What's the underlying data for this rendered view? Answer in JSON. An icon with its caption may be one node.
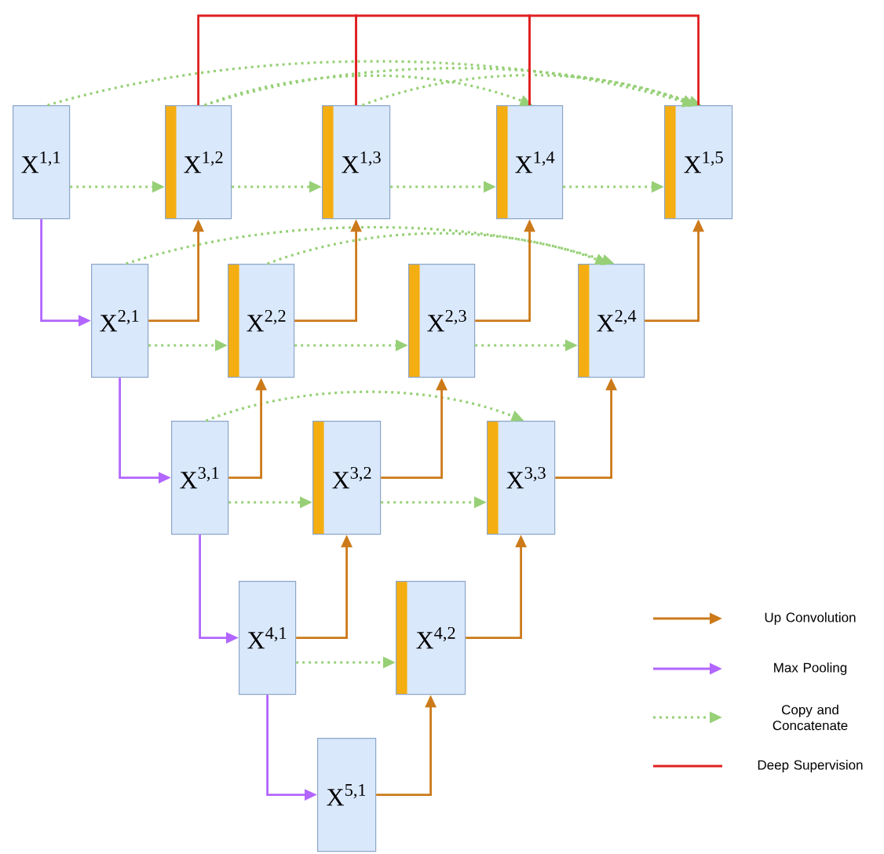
{
  "diagram": {
    "nodes": [
      {
        "text": [
          "X$^{1,1}$"
        ]
      },
      {
        "text": [
          "X$^{1,2}$"
        ]
      },
      {
        "text": [
          "X$^{1,3}$"
        ]
      },
      {
        "text": [
          "X$^{1,4}$"
        ]
      },
      {
        "text": [
          "X$^{1,5}$"
        ]
      },
      {
        "text": [
          "X$^{2,1}$"
        ]
      },
      {
        "text": [
          "X$^{2,2}$"
        ]
      },
      {
        "text": [
          "X$^{2,3}$"
        ]
      },
      {
        "text": [
          "X$^{2,4}$"
        ]
      },
      {
        "text": [
          "X$^{3,1}$"
        ]
      },
      {
        "text": [
          "X$^{3,2}$"
        ]
      },
      {
        "text": [
          "X$^{3,3}$"
        ]
      },
      {
        "text": [
          "X$^{4,1}$"
        ]
      },
      {
        "text": [
          "X$^{4,2}$"
        ]
      },
      {
        "text": [
          "X$^{5,1}$"
        ]
      }
    ],
    "edges": [
      {
        "from": 0,
        "to": 1,
        "arrow": "to",
        "style": "dashed"
      },
      {
        "from": 1,
        "to": 2,
        "arrow": "to",
        "style": "dashed"
      },
      {
        "from": 2,
        "to": 3,
        "arrow": "to",
        "style": "dashed"
      },
      {
        "from": 3,
        "to": 4,
        "arrow": "to",
        "style": "dashed"
      },
      {
        "from": 0,
        "to": 4,
        "arrow": "to",
        "style": "dashed"
      },
      {
        "from": 1,
        "to": 3,
        "arrow": "to",
        "style": "dashed"
      },
      {
        "from": 1,
        "to": 4,
        "arrow": "to",
        "style": "dashed"
      },
      {
        "from": 2,
        "to": 4,
        "arrow": "to",
        "style": "dashed"
      },
      {
        "from": 5,
        "to": 6,
        "arrow": "to",
        "style": "dashed"
      },
      {
        "from": 6,
        "to": 7,
        "arrow": "to",
        "style": "dashed"
      },
      {
        "from": 7,
        "to": 8,
        "arrow": "to",
        "style": "dashed"
      },
      {
        "from": 5,
        "to": 8,
        "arrow": "to",
        "style": "dashed"
      },
      {
        "from": 6,
        "to": 8,
        "arrow": "to",
        "style": "dashed"
      },
      {
        "from": 9,
        "to": 10,
        "arrow": "to",
        "style": "dashed"
      },
      {
        "from": 10,
        "to": 11,
        "arrow": "to",
        "style": "dashed"
      },
      {
        "from": 9,
        "to": 11,
        "arrow": "to",
        "style": "dashed"
      },
      {
        "from": 12,
        "to": 13,
        "arrow": "to",
        "style": "dashed"
      },
      {
        "from": 0,
        "to": 5,
        "arrow": "to",
        "color": "#b266ff"
      },
      {
        "from": 5,
        "to": 9,
        "arrow": "to",
        "color": "#b266ff"
      },
      {
        "from": 9,
        "to": 12,
        "arrow": "to",
        "color": "#b266ff"
      },
      {
        "from": 12,
        "to": 14,
        "arrow": "to",
        "color": "#b266ff"
      },
      {
        "from": 5,
        "to": 1,
        "arrow": "to",
        "color": "#cc7a1a"
      },
      {
        "from": 6,
        "to": 2,
        "arrow": "to",
        "color": "#cc7a1a"
      },
      {
        "from": 7,
        "to": 3,
        "arrow": "to",
        "color": "#cc7a1a"
      },
      {
        "from": 8,
        "to": 4,
        "arrow": "to",
        "color": "#cc7a1a"
      },
      {
        "from": 9,
        "to": 6,
        "arrow": "to",
        "color": "#cc7a1a"
      },
      {
        "from": 10,
        "to": 7,
        "arrow": "to",
        "color": "#cc7a1a"
      },
      {
        "from": 11,
        "to": 8,
        "arrow": "to",
        "color": "#cc7a1a"
      },
      {
        "from": 12,
        "to": 10,
        "arrow": "to",
        "color": "#cc7a1a"
      },
      {
        "from": 13,
        "to": 11,
        "arrow": "to",
        "color": "#cc7a1a"
      },
      {
        "from": 14,
        "to": 13,
        "arrow": "to",
        "color": "#cc7a1a"
      },
      {
        "from": 1,
        "to": 2,
        "arrow": "none",
        "color": "#e02020"
      },
      {
        "from": 2,
        "to": 3,
        "arrow": "none",
        "color": "#e02020"
      },
      {
        "from": 3,
        "to": 4,
        "arrow": "none",
        "color": "#e02020"
      }
    ],
    "legend": [
      {
        "text": "Up Convolution"
      },
      {
        "text": "Max Pooling"
      },
      {
        "text": "Copy and Concatenate"
      },
      {
        "text": "Deep Supervision"
      }
    ]
  }
}
